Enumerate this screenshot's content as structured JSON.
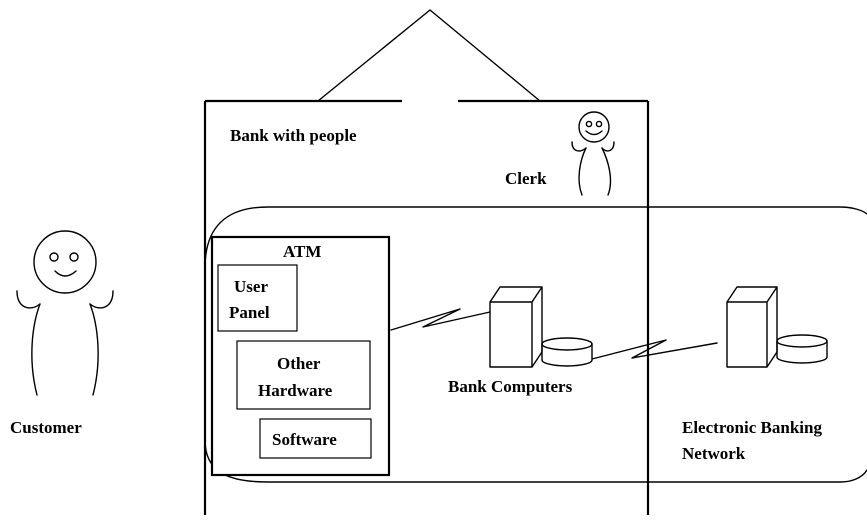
{
  "labels": {
    "bank": "Bank with people",
    "clerk": "Clerk",
    "customer": "Customer",
    "atm": "ATM",
    "user_panel_line1": "User",
    "user_panel_line2": "Panel",
    "other_hardware_line1": "Other",
    "other_hardware_line2": "Hardware",
    "software": "Software",
    "bank_computers": "Bank Computers",
    "network_line1": "Electronic Banking",
    "network_line2": "Network"
  }
}
